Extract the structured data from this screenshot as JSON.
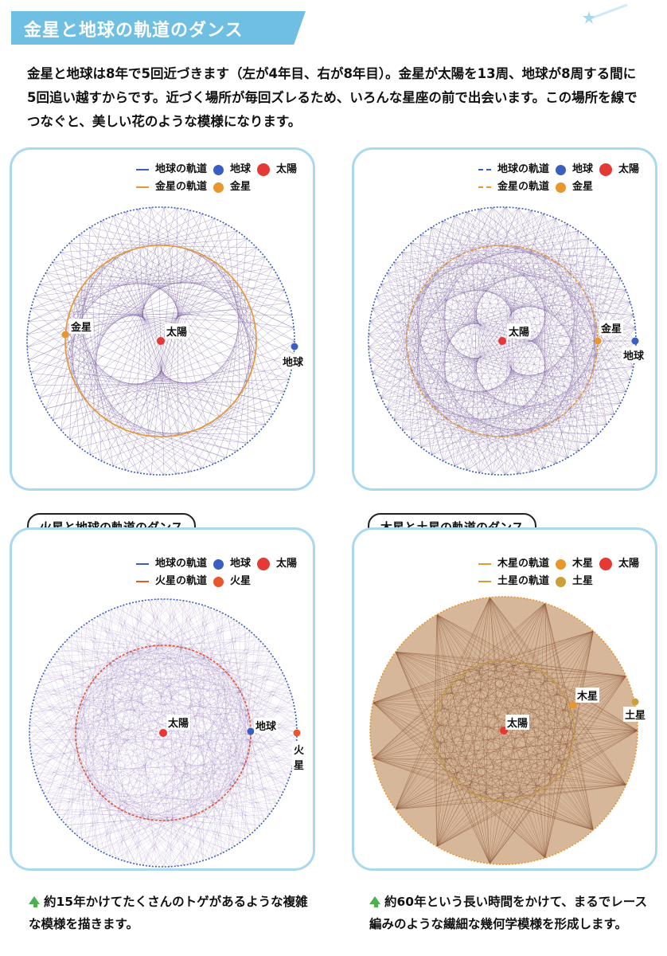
{
  "page": {
    "title": "金星と地球の軌道のダンス",
    "intro": "金星と地球は8年で5回近づきます（左が4年目、右が8年目）。金星が太陽を13周、地球が8周する間に5回追い越すからです。近づく場所が毎回ズレるため、いろんな星座の前で出会います。この場所を線でつなぐと、美しい花のような模様になります。"
  },
  "panels": [
    {
      "legend": {
        "orbit_outer": "地球の軌道",
        "orbit_inner": "金星の軌道",
        "outer_planet": "地球",
        "inner_planet": "金星",
        "sun": "太陽"
      },
      "labels": {
        "sun": "太陽",
        "outer": "地球",
        "inner": "金星"
      },
      "colors": {
        "outer": "#3b5fc0",
        "inner": "#e8962e",
        "mesh": "#6a4c93",
        "sun": "#e53935"
      }
    },
    {
      "legend": {
        "orbit_outer": "地球の軌道",
        "orbit_inner": "金星の軌道",
        "outer_planet": "地球",
        "inner_planet": "金星",
        "sun": "太陽"
      },
      "labels": {
        "sun": "太陽",
        "outer": "地球",
        "inner": "金星"
      },
      "colors": {
        "outer": "#3b5fc0",
        "inner": "#e8962e",
        "mesh": "#6a4c93",
        "sun": "#e53935"
      }
    },
    {
      "section_title": "火星と地球の軌道のダンス",
      "legend": {
        "orbit_outer": "地球の軌道",
        "orbit_inner": "火星の軌道",
        "outer_planet": "地球",
        "inner_planet": "火星",
        "sun": "太陽"
      },
      "labels": {
        "sun": "太陽",
        "outer": "地球",
        "inner": "火星"
      },
      "colors": {
        "outer": "#3b5fc0",
        "inner": "#e8562e",
        "mesh": "#7a55a8",
        "sun": "#e53935"
      },
      "caption": "約15年かけてたくさんのトゲがあるような複雑な模様を描きます。"
    },
    {
      "section_title": "木星と土星の軌道のダンス",
      "legend": {
        "orbit_outer": "木星の軌道",
        "orbit_inner": "土星の軌道",
        "outer_planet": "木星",
        "inner_planet": "土星",
        "sun": "太陽"
      },
      "labels": {
        "sun": "太陽",
        "outer": "木星",
        "inner": "土星"
      },
      "colors": {
        "outer": "#e8962e",
        "inner": "#c9a03a",
        "mesh": "#8a5a3a",
        "sun": "#e53935"
      },
      "caption": "約60年という長い時間をかけて、まるでレース編みのような繊細な幾何学模様を形成します。"
    }
  ]
}
